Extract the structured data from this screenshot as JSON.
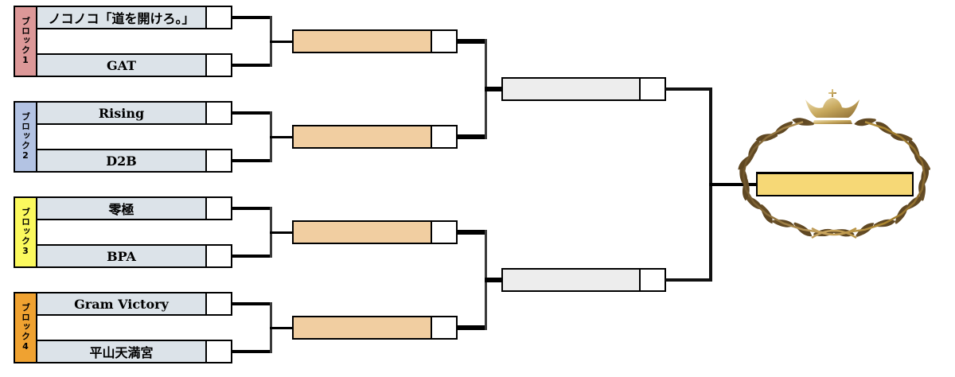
{
  "bracket": {
    "blocks": [
      {
        "label": "ブロック1",
        "color": "#dc9898",
        "teams": [
          {
            "name": "ノコノコ「道を開けろ。」",
            "score": ""
          },
          {
            "name": "GAT",
            "score": ""
          }
        ],
        "winner": {
          "name": "",
          "score": ""
        }
      },
      {
        "label": "ブロック2",
        "color": "#b3c3e3",
        "teams": [
          {
            "name": "Rising",
            "score": ""
          },
          {
            "name": "D2B",
            "score": ""
          }
        ],
        "winner": {
          "name": "",
          "score": ""
        }
      },
      {
        "label": "ブロック3",
        "color": "#fbf95e",
        "teams": [
          {
            "name": "零極",
            "score": ""
          },
          {
            "name": "BPA",
            "score": ""
          }
        ],
        "winner": {
          "name": "",
          "score": ""
        }
      },
      {
        "label": "ブロック4",
        "color": "#efa231",
        "teams": [
          {
            "name": "Gram Victory",
            "score": ""
          },
          {
            "name": "平山天満宮",
            "score": ""
          }
        ],
        "winner": {
          "name": "",
          "score": ""
        }
      }
    ],
    "finalists": [
      {
        "name": "",
        "score": ""
      },
      {
        "name": "",
        "score": ""
      }
    ],
    "champion": {
      "name": ""
    },
    "decorations": {
      "crown": "crown-icon",
      "wreath": "laurel-wreath-icon"
    },
    "colors": {
      "team_box": "#dce3e9",
      "semifinal_box": "#f1cea1",
      "final_box": "#ededed",
      "champion_box": "#f6d876",
      "line": "#000000",
      "wreath_dark": "#6b4f26",
      "wreath_light": "#e8d6a4"
    }
  }
}
